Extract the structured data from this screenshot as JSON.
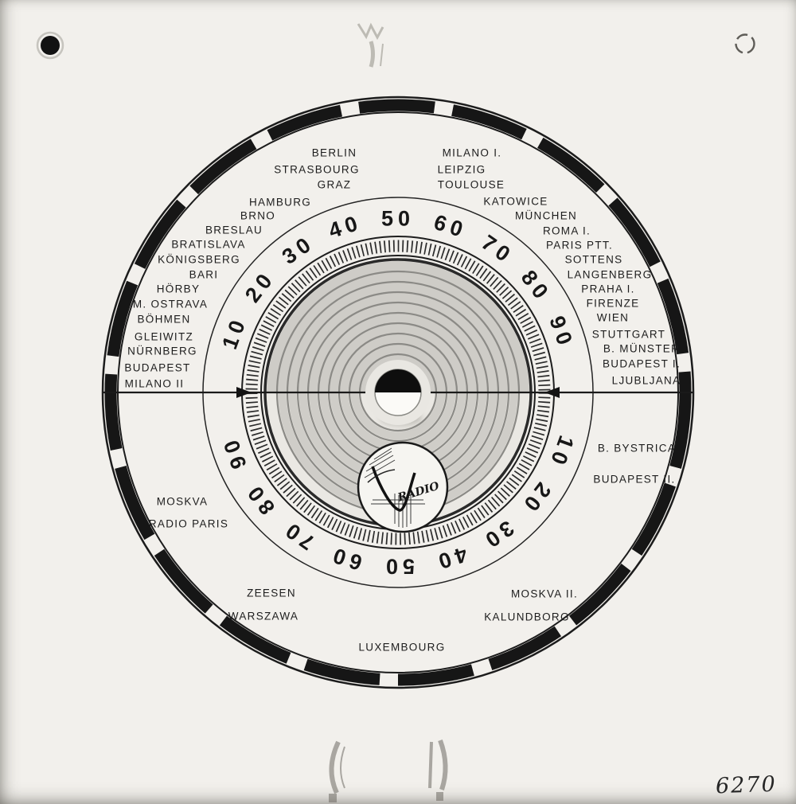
{
  "page": {
    "catalog_number": "6270"
  },
  "colors": {
    "paper": "#f2f0ec",
    "ink": "#1b1b1b",
    "disc_upper": "#ceccc7",
    "disc_lower": "#eae8e3"
  },
  "dial": {
    "stations": [
      "BERLIN",
      "STRASBOURG",
      "GRAZ",
      "HAMBURG",
      "BRNO",
      "BRESLAU",
      "BRATISLAVA",
      "KÖNIGSBERG",
      "BARI",
      "HÖRBY",
      "M. OSTRAVA",
      "BÖHMEN",
      "GLEIWITZ",
      "NÜRNBERG",
      "BUDAPEST",
      "MILANO II",
      "MILANO I.",
      "LEIPZIG",
      "TOULOUSE",
      "KATOWICE",
      "MÜNCHEN",
      "ROMA I.",
      "PARIS PTT.",
      "SOTTENS",
      "LANGENBERG",
      "PRAHA I.",
      "FIRENZE",
      "WIEN",
      "STUTTGART",
      "B. MÜNSTER",
      "BUDAPEST I.",
      "LJUBLJANA",
      "B. BYSTRICA",
      "BUDAPEST II.",
      "MOSKVA II.",
      "KALUNDBORG",
      "LUXEMBOURG",
      "WARSZAWA",
      "ZEESEN",
      "RADIO PARIS",
      "MOSKVA"
    ],
    "scale_upper": [
      "10",
      "20",
      "30",
      "40",
      "50",
      "60",
      "70",
      "80",
      "90"
    ],
    "scale_lower": [
      "90",
      "80",
      "70",
      "60",
      "50",
      "40",
      "30",
      "20",
      "10"
    ],
    "logo_text": "RADIO"
  }
}
